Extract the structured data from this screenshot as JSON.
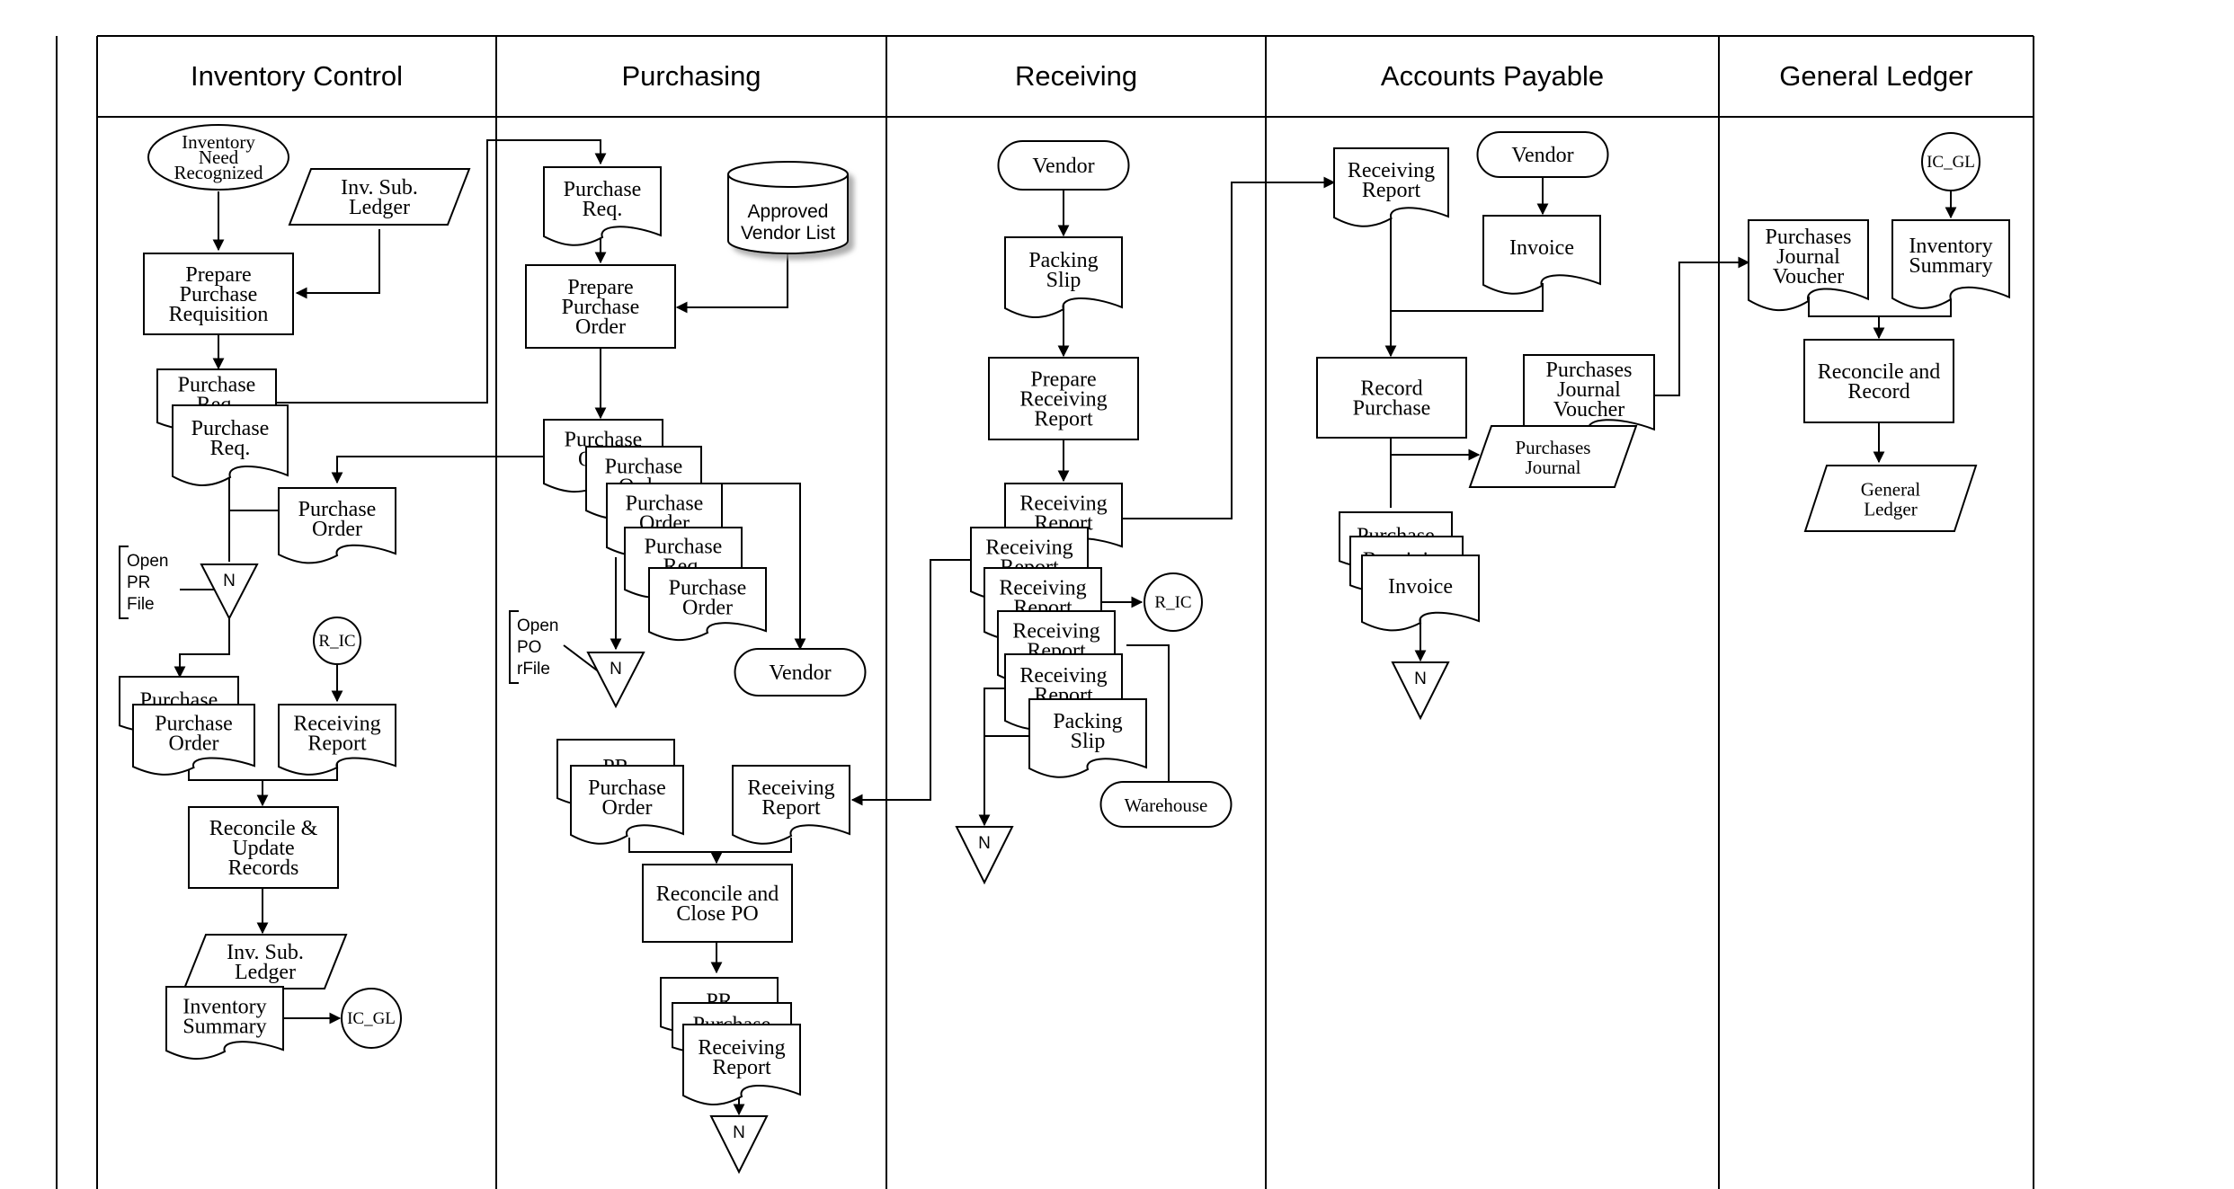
{
  "lanes": {
    "inventory_control": "Inventory Control",
    "purchasing": "Purchasing",
    "receiving": "Receiving",
    "accounts_payable": "Accounts Payable",
    "general_ledger": "General Ledger"
  },
  "shapes": {
    "ic_need": [
      "Inventory",
      "Need",
      "Recognized"
    ],
    "ic_invsub_top": [
      "Inv. Sub.",
      "Ledger"
    ],
    "ic_prepare_pr": [
      "Prepare",
      "Purchase",
      "Requisition"
    ],
    "ic_pr_back": [
      "Purchase",
      "Req."
    ],
    "ic_pr_front": [
      "Purchase",
      "Req."
    ],
    "ic_po": [
      "Purchase",
      "Order"
    ],
    "ic_open_file": [
      "Open",
      "PR",
      "File"
    ],
    "file_n": "N",
    "connector_ric": "R_IC",
    "connector_icgl": "IC_GL",
    "ic_stack_back": [
      "Purchase"
    ],
    "ic_stack_front": [
      "Purchase",
      "Order"
    ],
    "ic_rr": [
      "Receiving",
      "Report"
    ],
    "ic_reconcile": [
      "Reconcile &",
      "Update",
      "Records"
    ],
    "ic_invsub_bottom": [
      "Inv. Sub.",
      "Ledger"
    ],
    "ic_inv_summary": [
      "Inventory",
      "Summary"
    ],
    "pu_pr": [
      "Purchase",
      "Req."
    ],
    "pu_vendor_list": [
      "Approved",
      "Vendor List"
    ],
    "pu_prepare_po": [
      "Prepare",
      "Purchase",
      "Order"
    ],
    "pu_po_1": [
      "Purchase",
      "Order"
    ],
    "pu_po_2": [
      "Purchase",
      "Order"
    ],
    "pu_po_3": [
      "Purchase",
      "Order"
    ],
    "pu_pr_4": [
      "Purchase",
      "Req."
    ],
    "pu_po_5": [
      "Purchase",
      "Order"
    ],
    "pu_vendor": "Vendor",
    "pu_open_file": [
      "Open",
      "PO",
      "rFile"
    ],
    "pu_pr_back": [
      "PR"
    ],
    "pu_po_front": [
      "Purchase",
      "Order"
    ],
    "pu_rr": [
      "Receiving",
      "Report"
    ],
    "pu_reconcile": [
      "Reconcile and",
      "Close PO"
    ],
    "pu_final_1": [
      "PR"
    ],
    "pu_final_2": [
      "Purchase"
    ],
    "pu_final_3": [
      "Receiving",
      "Report"
    ],
    "rc_vendor": "Vendor",
    "rc_packing": [
      "Packing",
      "Slip"
    ],
    "rc_prepare_rr": [
      "Prepare",
      "Receiving",
      "Report"
    ],
    "rc_rr_1": [
      "Receiving",
      "Report"
    ],
    "rc_rr_2": [
      "Receiving",
      "Report"
    ],
    "rc_rr_3": [
      "Receiving",
      "Report"
    ],
    "rc_rr_4": [
      "Receiving",
      "Report"
    ],
    "rc_rr_5": [
      "Receiving",
      "Report"
    ],
    "rc_packing_2": [
      "Packing",
      "Slip"
    ],
    "rc_warehouse": "Warehouse",
    "ap_rr": [
      "Receiving",
      "Report"
    ],
    "ap_vendor": "Vendor",
    "ap_invoice": [
      "Invoice"
    ],
    "ap_record": [
      "Record",
      "Purchase"
    ],
    "ap_pjv": [
      "Purchases",
      "Journal",
      "Voucher"
    ],
    "ap_pj": [
      "Purchases",
      "Journal"
    ],
    "ap_stack_1": [
      "Purchase"
    ],
    "ap_stack_2": [
      "Receiving"
    ],
    "ap_stack_3": [
      "Invoice"
    ],
    "gl_pjv": [
      "Purchases",
      "Journal",
      "Voucher"
    ],
    "gl_inv_summary": [
      "Inventory",
      "Summary"
    ],
    "gl_reconcile": [
      "Reconcile and",
      "Record"
    ],
    "gl_ledger": [
      "General",
      "Ledger"
    ]
  }
}
